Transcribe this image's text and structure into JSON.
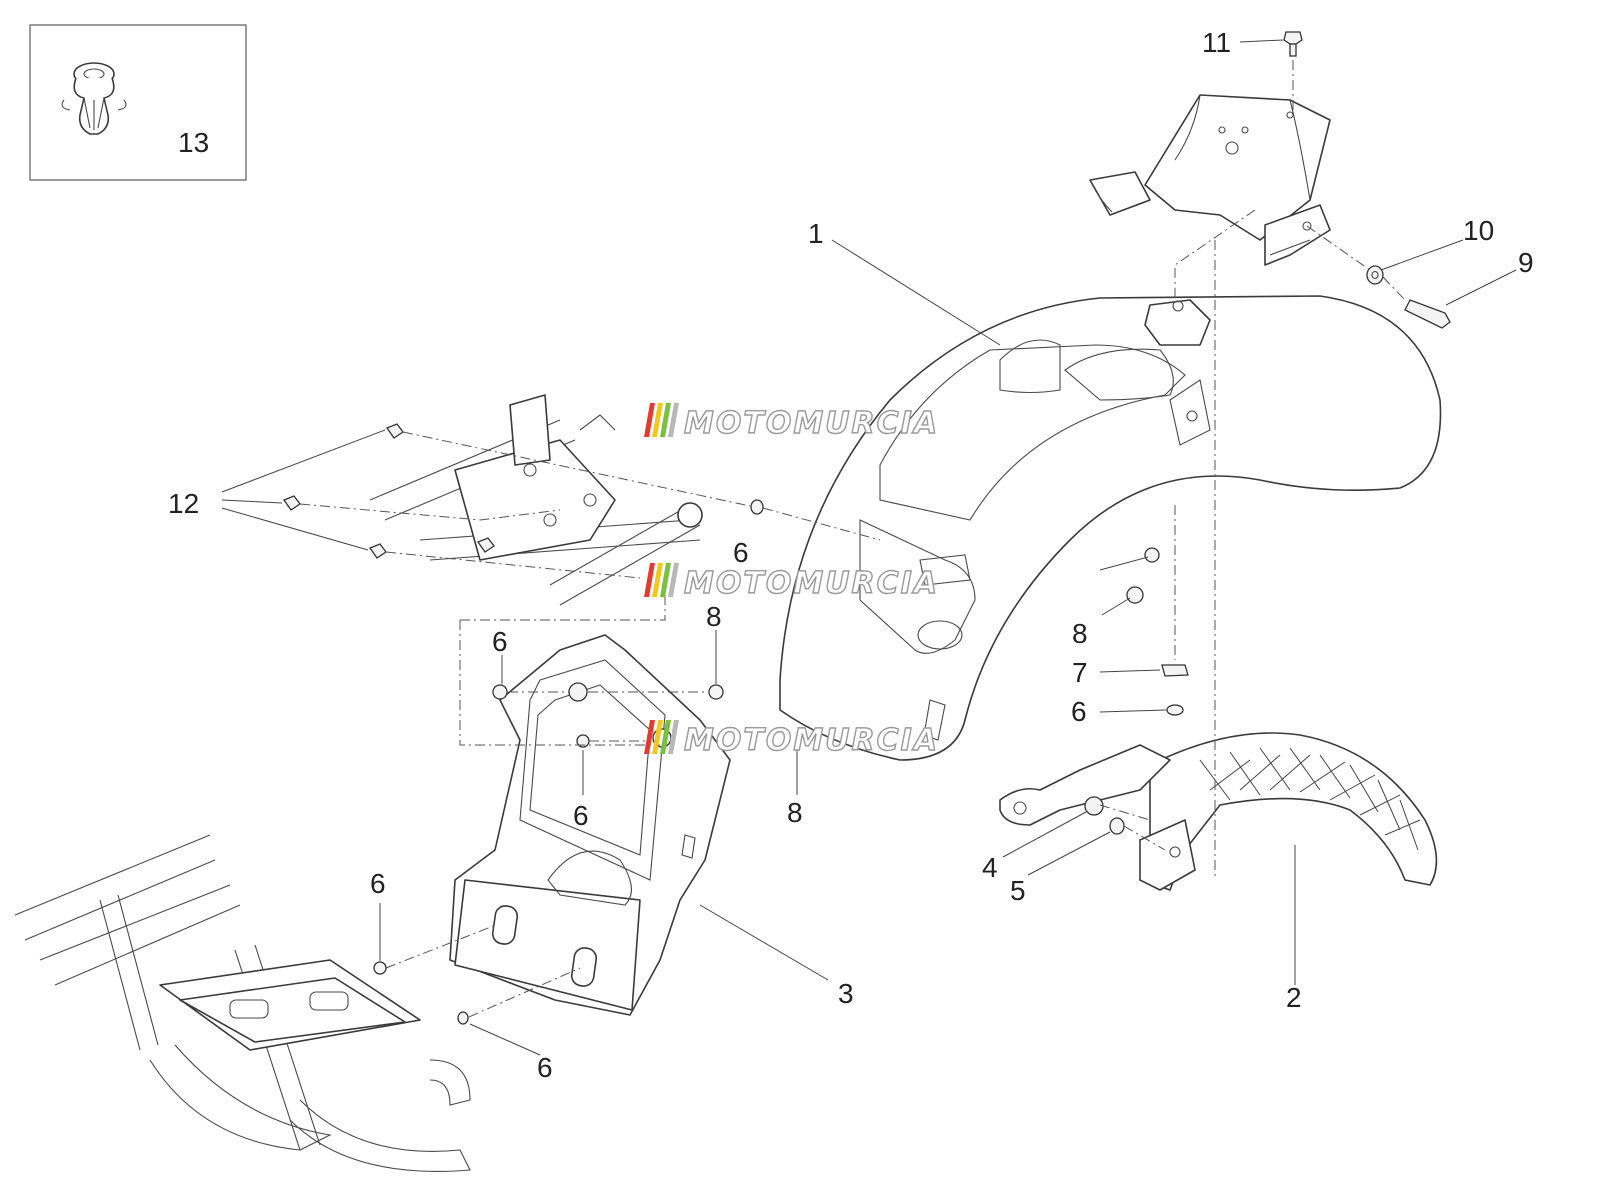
{
  "watermark": {
    "text": "MOTOMURCIA",
    "colors": [
      "#e63a2e",
      "#f2c81e",
      "#7bbf3f",
      "#b8b8b8"
    ]
  },
  "inset": {
    "label": "13",
    "part": "cable-clip"
  },
  "callouts": [
    {
      "id": "c1",
      "label": "1"
    },
    {
      "id": "c2",
      "label": "2"
    },
    {
      "id": "c3",
      "label": "3"
    },
    {
      "id": "c4",
      "label": "4"
    },
    {
      "id": "c5",
      "label": "5"
    },
    {
      "id": "c6a",
      "label": "6"
    },
    {
      "id": "c6b",
      "label": "6"
    },
    {
      "id": "c6c",
      "label": "6"
    },
    {
      "id": "c6d",
      "label": "6"
    },
    {
      "id": "c6e",
      "label": "6"
    },
    {
      "id": "c6f",
      "label": "6"
    },
    {
      "id": "c7",
      "label": "7"
    },
    {
      "id": "c8a",
      "label": "8"
    },
    {
      "id": "c8b",
      "label": "8"
    },
    {
      "id": "c8c",
      "label": "8"
    },
    {
      "id": "c9",
      "label": "9"
    },
    {
      "id": "c10",
      "label": "10"
    },
    {
      "id": "c11",
      "label": "11"
    },
    {
      "id": "c12",
      "label": "12"
    }
  ]
}
